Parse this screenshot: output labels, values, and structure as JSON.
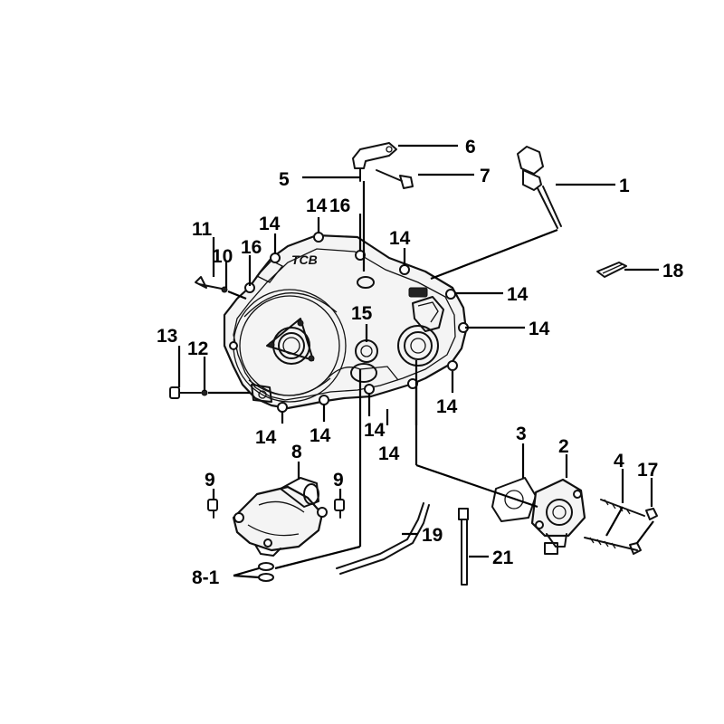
{
  "callouts": {
    "c1": "1",
    "c2": "2",
    "c3": "3",
    "c4": "4",
    "c5": "5",
    "c6": "6",
    "c7": "7",
    "c8": "8",
    "c8_1": "8-1",
    "c9a": "9",
    "c9b": "9",
    "c10": "10",
    "c11": "11",
    "c12": "12",
    "c13": "13",
    "c14_a": "14",
    "c14_b": "14",
    "c14_c": "14",
    "c14_d": "14",
    "c14_e": "14",
    "c14_f": "14",
    "c14_g": "14",
    "c14_h": "14",
    "c14_i": "14",
    "c14_j": "14",
    "c15": "15",
    "c16a": "16",
    "c16b": "16",
    "c17": "17",
    "c18": "18",
    "c19": "19",
    "c21": "21"
  },
  "cover_logo": "TCB"
}
